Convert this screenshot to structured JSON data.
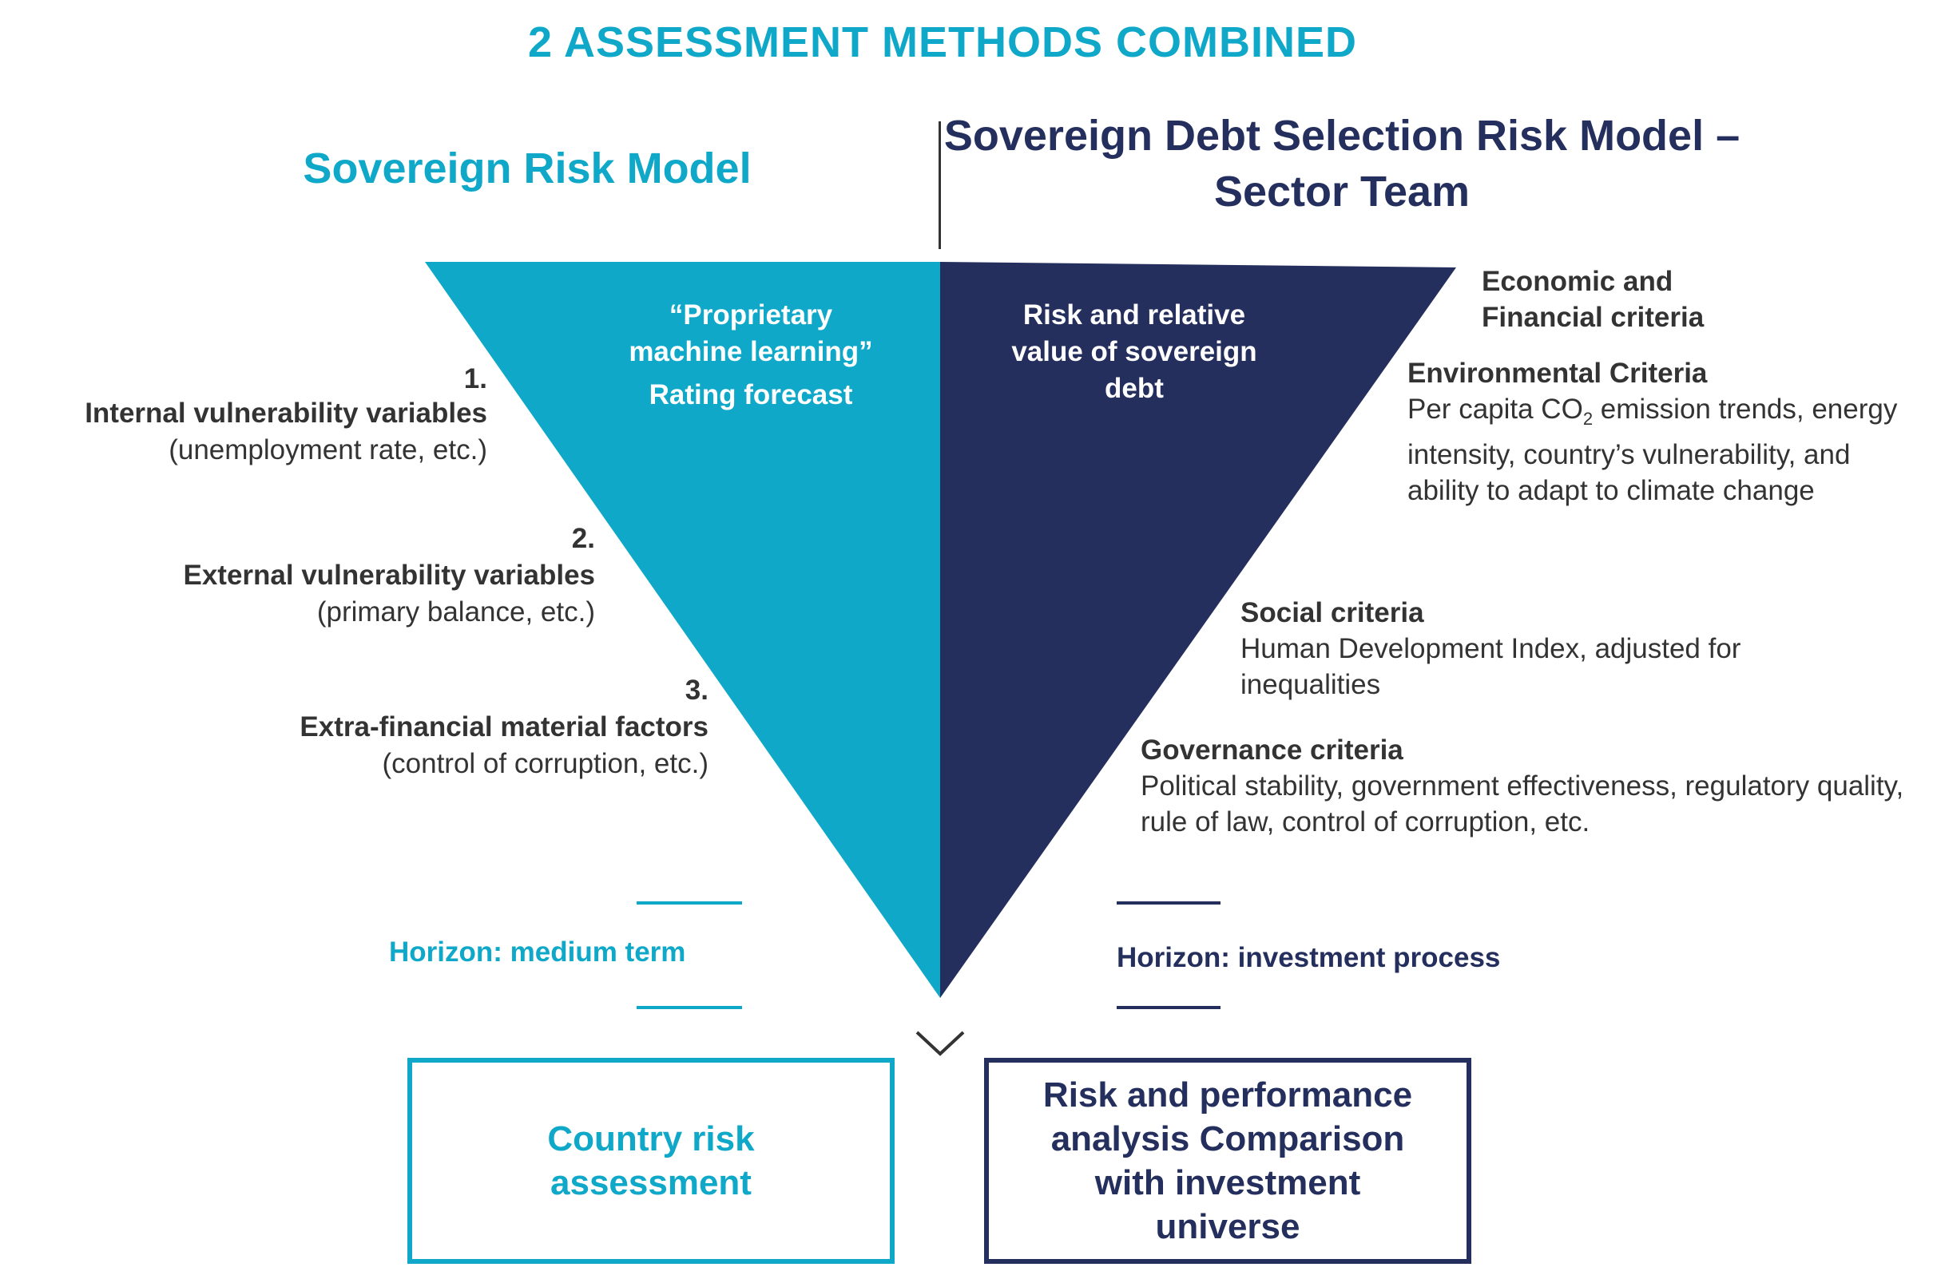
{
  "title": "2 ASSESSMENT METHODS COMBINED",
  "left_model": {
    "heading": "Sovereign Risk Model",
    "triangle_lines": [
      "“Proprietary",
      "machine learning”",
      "Rating forecast"
    ],
    "factors": [
      {
        "number": "1.",
        "title": "Internal vulnerability variables",
        "detail": "(unemployment rate, etc.)"
      },
      {
        "number": "2.",
        "title": "External vulnerability variables",
        "detail": "(primary balance, etc.)"
      },
      {
        "number": "3.",
        "title": "Extra-financial material factors",
        "detail": "(control of corruption, etc.)"
      }
    ],
    "horizon": "Horizon: medium term",
    "result": "Country risk assessment"
  },
  "right_model": {
    "heading": "Sovereign Debt Selection Risk Model – Sector Team",
    "triangle_lines": [
      "Risk and relative",
      "value of sovereign",
      "debt"
    ],
    "criteria": {
      "economic": {
        "title_line1": "Economic and",
        "title_line2": "Financial criteria"
      },
      "environmental": {
        "title": "Environmental Criteria",
        "detail_pre": "Per capita CO",
        "detail_sub": "2",
        "detail_post": " emission trends, energy intensity, country’s vulnerability, and ability to adapt to climate change"
      },
      "social": {
        "title": "Social criteria",
        "detail": "Human Development Index, adjusted for inequalities"
      },
      "governance": {
        "title": "Governance criteria",
        "detail": "Political stability, government effectiveness, regulatory quality, rule of law, control of corruption, etc."
      }
    },
    "horizon": "Horizon: investment process",
    "result": "Risk and performance analysis Comparison with investment universe"
  },
  "colors": {
    "teal": "#0fa8c9",
    "navy": "#252f5e",
    "text": "#333333"
  },
  "icons": {
    "arrow": "chevron-down-icon"
  }
}
